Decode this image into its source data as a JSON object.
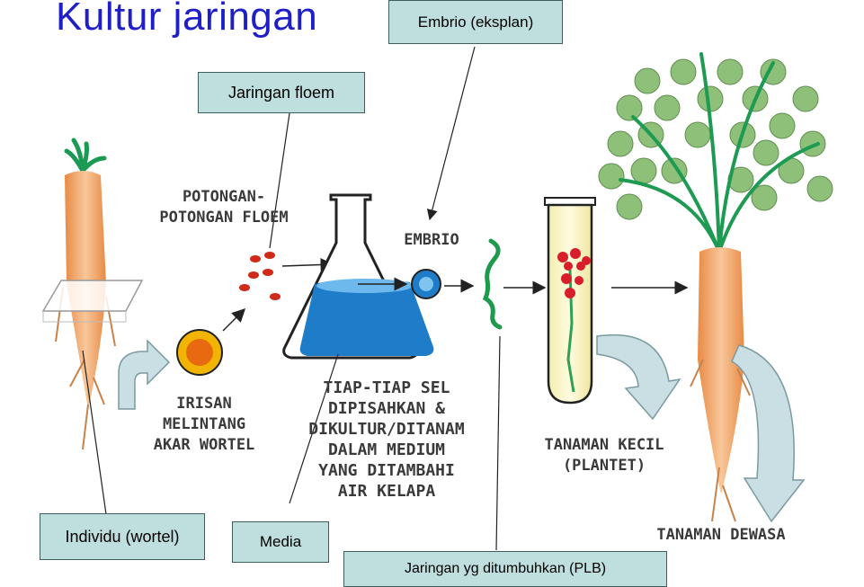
{
  "title": "Kultur jaringan",
  "callouts": {
    "embrio_eksplan": "Embrio (eksplan)",
    "jaringan_floem": "Jaringan floem",
    "individu": "Individu (wortel)",
    "media": "Media",
    "plb": "Jaringan yg ditumbuhkan (PLB)"
  },
  "labels": {
    "potongan_line1": "POTONGAN-",
    "potongan_line2": "POTONGAN FLOEM",
    "embrio": "EMBRIO",
    "irisan_line1": "IRISAN",
    "irisan_line2": "MELINTANG",
    "irisan_line3": "AKAR WORTEL",
    "tiap_line1": "TIAP-TIAP SEL",
    "tiap_line2": "DIPISAHKAN &",
    "tiap_line3": "DIKULTUR/DITANAM",
    "tiap_line4": "DALAM MEDIUM",
    "tiap_line5": "YANG DITAMBAHI",
    "tiap_line6": "AIR KELAPA",
    "tanaman_kecil_line1": "TANAMAN KECIL",
    "tanaman_kecil_line2": "(PLANTET)",
    "tanaman_dewasa": "TANAMAN DEWASA"
  },
  "colors": {
    "title": "#1f1fc8",
    "callout_fill": "#bfdede",
    "carrot": "#f0a060",
    "leaf": "#2e9a5a",
    "medium": "#2a8ad0",
    "arrow_fill": "#c9dfe3"
  }
}
